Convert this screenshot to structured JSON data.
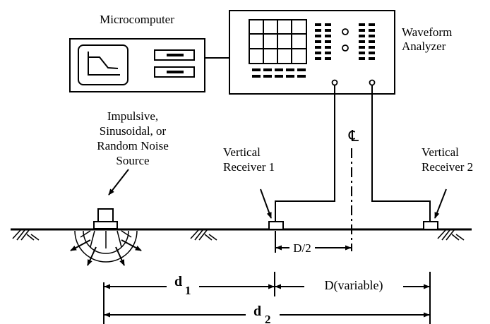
{
  "labels": {
    "microcomputer": "Microcomputer",
    "waveform_line1": "Waveform",
    "waveform_line2": "Analyzer",
    "source_line1": "Impulsive,",
    "source_line2": "Sinusoidal, or",
    "source_line3": "Random Noise",
    "source_line4": "Source",
    "receiver1_line1": "Vertical",
    "receiver1_line2": "Receiver 1",
    "receiver2_line1": "Vertical",
    "receiver2_line2": "Receiver 2",
    "centerline": "℄",
    "half_spacing": "D/2",
    "d1_main": "d",
    "d1_sub": "1",
    "spacing": "D(variable)",
    "d2_main": "d",
    "d2_sub": "2"
  },
  "colors": {
    "ink": "#000000",
    "background": "#ffffff"
  }
}
